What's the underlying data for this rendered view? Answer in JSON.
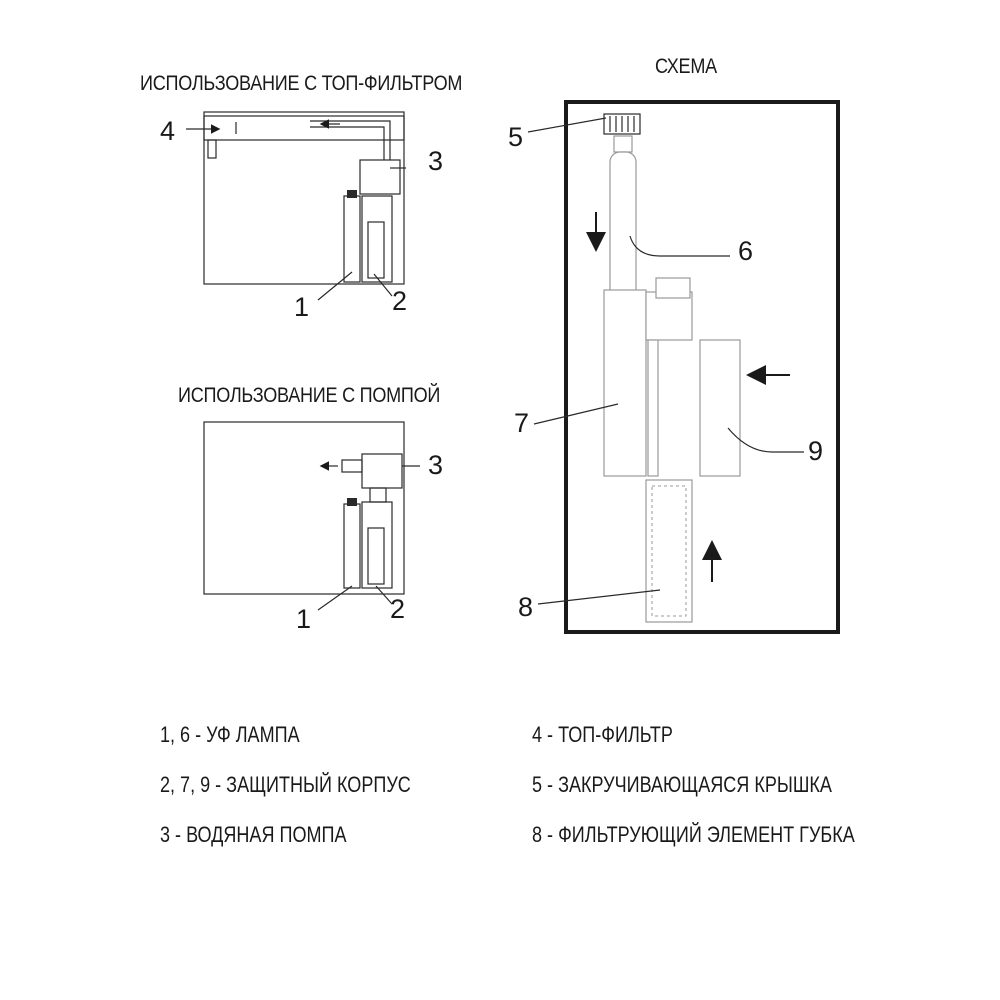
{
  "titles": {
    "top_filter": "ИСПОЛЬЗОВАНИЕ С ТОП-ФИЛЬТРОМ",
    "pump": "ИСПОЛЬЗОВАНИЕ С ПОМПОЙ",
    "scheme": "СХЕМА"
  },
  "callouts": {
    "top_filter": [
      "4",
      "3",
      "1",
      "2"
    ],
    "pump": [
      "3",
      "1",
      "2"
    ],
    "scheme": [
      "5",
      "6",
      "7",
      "9",
      "8"
    ]
  },
  "legend": [
    "1, 6 - УФ ЛАМПА",
    "2, 7, 9 - ЗАЩИТНЫЙ КОРПУС",
    "3 - ВОДЯНАЯ ПОМПА",
    "4 - ТОП-ФИЛЬТР",
    "5 - ЗАКРУЧИВАЮЩАЯСЯ КРЫШКА",
    "8 - ФИЛЬТРУЮЩИЙ ЭЛЕМЕНТ ГУБКА"
  ]
}
